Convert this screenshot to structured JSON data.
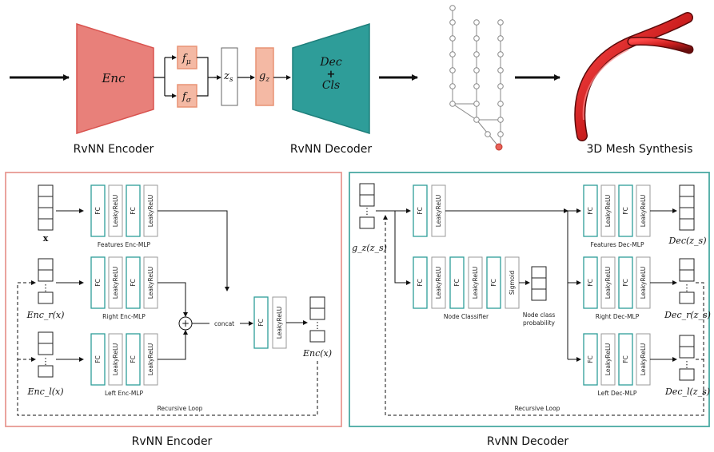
{
  "top": {
    "enc_label": "Enc",
    "f_mu": "f",
    "f_mu_sub": "μ",
    "f_sigma": "f",
    "f_sigma_sub": "σ",
    "z_s": "z",
    "z_s_sub": "s",
    "g_z": "g",
    "g_z_sub": "z",
    "dec_label": "Dec",
    "plus": "+",
    "cls_label": "Cls",
    "caption_encoder": "RvNN Encoder",
    "caption_decoder": "RvNN Decoder",
    "caption_mesh": "3D Mesh Synthesis"
  },
  "encoder": {
    "x_label": "x",
    "features_mlp": "Features Enc-MLP",
    "right_mlp": "Right Enc-MLP",
    "left_mlp": "Left Enc-MLP",
    "enc_r": "Enc_r(x)",
    "enc_l": "Enc_l(x)",
    "enc_x": "Enc(x)",
    "concat": "concat",
    "plus": "+",
    "loop": "Recursive Loop",
    "caption": "RvNN Encoder",
    "fc": "FC",
    "leaky": "LeakyReLU",
    "dots": "⋮"
  },
  "decoder": {
    "gz_label": "g_z(z_s)",
    "features_mlp": "Features Dec-MLP",
    "right_mlp": "Right Dec-MLP",
    "left_mlp": "Left Dec-MLP",
    "node_classifier": "Node Classifier",
    "node_prob_1": "Node class",
    "node_prob_2": "probability",
    "sigmoid": "Sigmoid",
    "dec_out": "Dec(z_s)",
    "dec_r": "Dec_r(z_s)",
    "dec_l": "Dec_l(z_s)",
    "loop": "Recursive Loop",
    "caption": "RvNN Decoder",
    "fc": "FC",
    "leaky": "LeakyReLU",
    "dots": "⋮"
  },
  "colors": {
    "encoder_fill": "#e8807a",
    "encoder_stroke": "#d9534f",
    "pill_fill": "#f4b9a4",
    "pill_stroke": "#e89375",
    "decoder_fill": "#2e9d99",
    "decoder_stroke": "#1e7f7b",
    "teal": "#2e9d99",
    "salmon_frame": "#e89a94",
    "teal_frame": "#4aa9a3",
    "vessel": "#cc1f1f",
    "tree_node_end": "#e8615a"
  }
}
